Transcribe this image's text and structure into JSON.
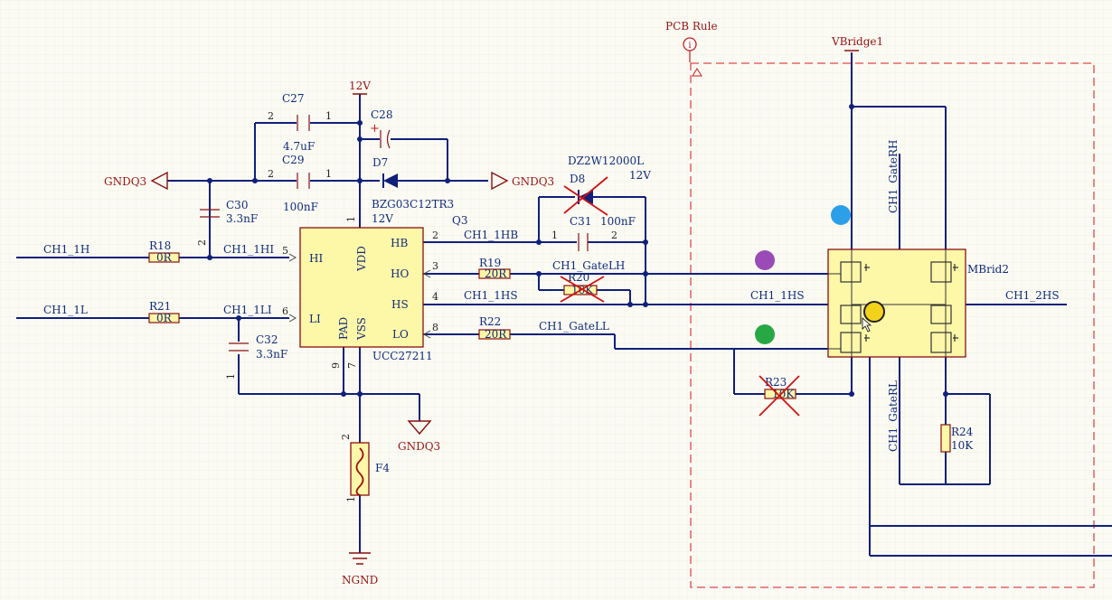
{
  "rule": {
    "label": "PCB Rule",
    "icon": "info-icon"
  },
  "power": {
    "v12_top": "12V",
    "v12_d8": "12V",
    "vbridge": "VBridge1",
    "gndq3_left": "GNDQ3",
    "gndq3_right": "GNDQ3",
    "gndq3_bottom": "GNDQ3",
    "ngnd": "NGND"
  },
  "caps": {
    "c27": {
      "ref": "C27",
      "value": "4.7uF"
    },
    "c28": {
      "ref": "C28"
    },
    "c29": {
      "ref": "C29",
      "value": "100nF"
    },
    "c30": {
      "ref": "C30",
      "value": "3.3nF"
    },
    "c31": {
      "ref": "C31",
      "value": "100nF"
    },
    "c32": {
      "ref": "C32",
      "value": "3.3nF"
    }
  },
  "diodes": {
    "d7": {
      "ref": "D7",
      "part": "BZG03C12TR3",
      "value": "12V"
    },
    "d8": {
      "ref": "D8",
      "part": "DZ2W12000L"
    }
  },
  "resistors": {
    "r18": {
      "ref": "R18",
      "value": "0R"
    },
    "r19": {
      "ref": "R19",
      "value": "20R"
    },
    "r20": {
      "ref": "R20",
      "value": "10K"
    },
    "r21": {
      "ref": "R21",
      "value": "0R"
    },
    "r22": {
      "ref": "R22",
      "value": "20R"
    },
    "r23": {
      "ref": "R23",
      "value": "10K"
    },
    "r24": {
      "ref": "R24",
      "value": "10K"
    }
  },
  "fuse": {
    "ref": "F4"
  },
  "ic": {
    "ref": "Q3",
    "part": "UCC27211",
    "pins": {
      "vdd": "VDD",
      "pad": "PAD",
      "vss": "VSS",
      "hi": "HI",
      "li": "LI",
      "hb": "HB",
      "ho": "HO",
      "hs": "HS",
      "lo": "LO"
    },
    "numbers": {
      "p1": "1",
      "p2": "2",
      "p3": "3",
      "p4": "4",
      "p5": "5",
      "p6": "6",
      "p7": "7",
      "p8": "8",
      "p9": "9"
    }
  },
  "bridge": {
    "ref": "MBrid2"
  },
  "nets": {
    "ch1_1h": "CH1_1H",
    "ch1_1hi": "CH1_1HI",
    "ch1_1l": "CH1_1L",
    "ch1_1li": "CH1_1LI",
    "ch1_1hb": "CH1_1HB",
    "ch1_gatelh": "CH1_GateLH",
    "ch1_1hs": "CH1_1HS",
    "ch1_gatell": "CH1_GateLL",
    "ch1_1hs_right": "CH1_1HS",
    "ch1_2hs": "CH1_2HS",
    "ch1_gaterh": "CH1_GateRH",
    "ch1_gaterl": "CH1_GateRL"
  },
  "pin_numbers": {
    "one": "1",
    "two": "2"
  },
  "markers": {
    "blue": "#2b9fe8",
    "purple": "#9a4bb5",
    "green": "#27a845",
    "yellow": "#f2d21b"
  },
  "colors": {
    "wire": "#10207a",
    "component": "#8a1010",
    "ic_fill": "#fdf7a8",
    "rule": "#e04848"
  }
}
